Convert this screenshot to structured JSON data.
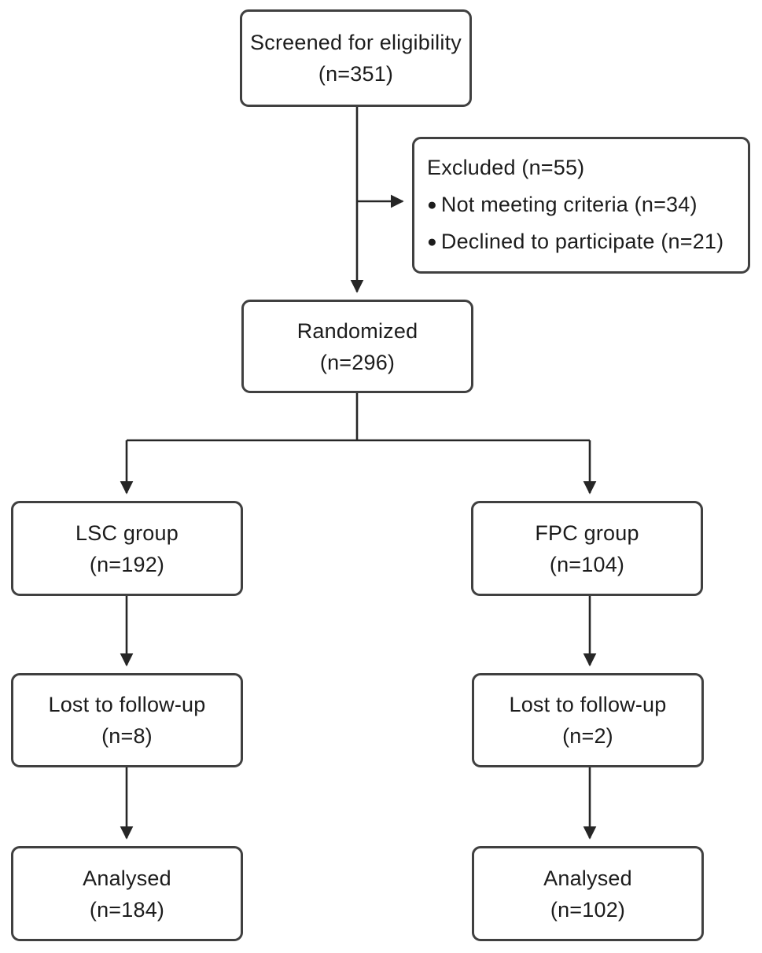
{
  "diagram": {
    "type": "flowchart",
    "bullet_glyph": "●",
    "colors": {
      "background": "#ffffff",
      "box_border": "#404040",
      "text": "#1c1c1c",
      "connector": "#262626"
    },
    "nodes": {
      "screened": {
        "line1": "Screened for eligibility",
        "line2": "(n=351)"
      },
      "excluded": {
        "title": "Excluded (n=55)",
        "bullet1": "Not meeting criteria (n=34)",
        "bullet2": "Declined to participate (n=21)"
      },
      "randomized": {
        "line1": "Randomized",
        "line2": "(n=296)"
      },
      "lsc_group": {
        "line1": "LSC group",
        "line2": "(n=192)"
      },
      "fpc_group": {
        "line1": "FPC group",
        "line2": "(n=104)"
      },
      "lost_lsc": {
        "line1": "Lost to follow-up",
        "line2": "(n=8)"
      },
      "lost_fpc": {
        "line1": "Lost to follow-up",
        "line2": "(n=2)"
      },
      "analysed_lsc": {
        "line1": "Analysed",
        "line2": "(n=184)"
      },
      "analysed_fpc": {
        "line1": "Analysed",
        "line2": "(n=102)"
      }
    },
    "edges": [
      "screened -> randomized",
      "screened -> excluded",
      "randomized -> lsc_group",
      "randomized -> fpc_group",
      "lsc_group -> lost_lsc",
      "lost_lsc -> analysed_lsc",
      "fpc_group -> lost_fpc",
      "lost_fpc -> analysed_fpc"
    ]
  }
}
